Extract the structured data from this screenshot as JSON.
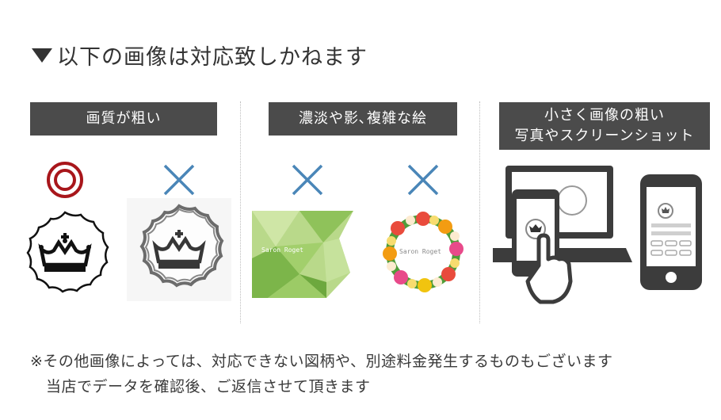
{
  "heading": "以下の画像は対応致しかねます",
  "columns": [
    {
      "label": "画質が粗い"
    },
    {
      "label": "濃淡や影､複雑な絵"
    },
    {
      "label_line1": "小さく画像の粗い",
      "label_line2": "写真やスクリーンショット"
    }
  ],
  "marks": {
    "good": "double-circle-icon",
    "bad": "cross-icon"
  },
  "sample_caption": "Saron Roget",
  "colors": {
    "label_bg": "#4b4b4b",
    "good_mark": "#a8161b",
    "bad_mark": "#4a86b8",
    "device": "#3c3c3c"
  },
  "note": {
    "line1": "※その他画像によっては、対応できない図柄や、別途料金発生するものもございます",
    "line2": "当店でデータを確認後、ご返信させて頂きます"
  }
}
